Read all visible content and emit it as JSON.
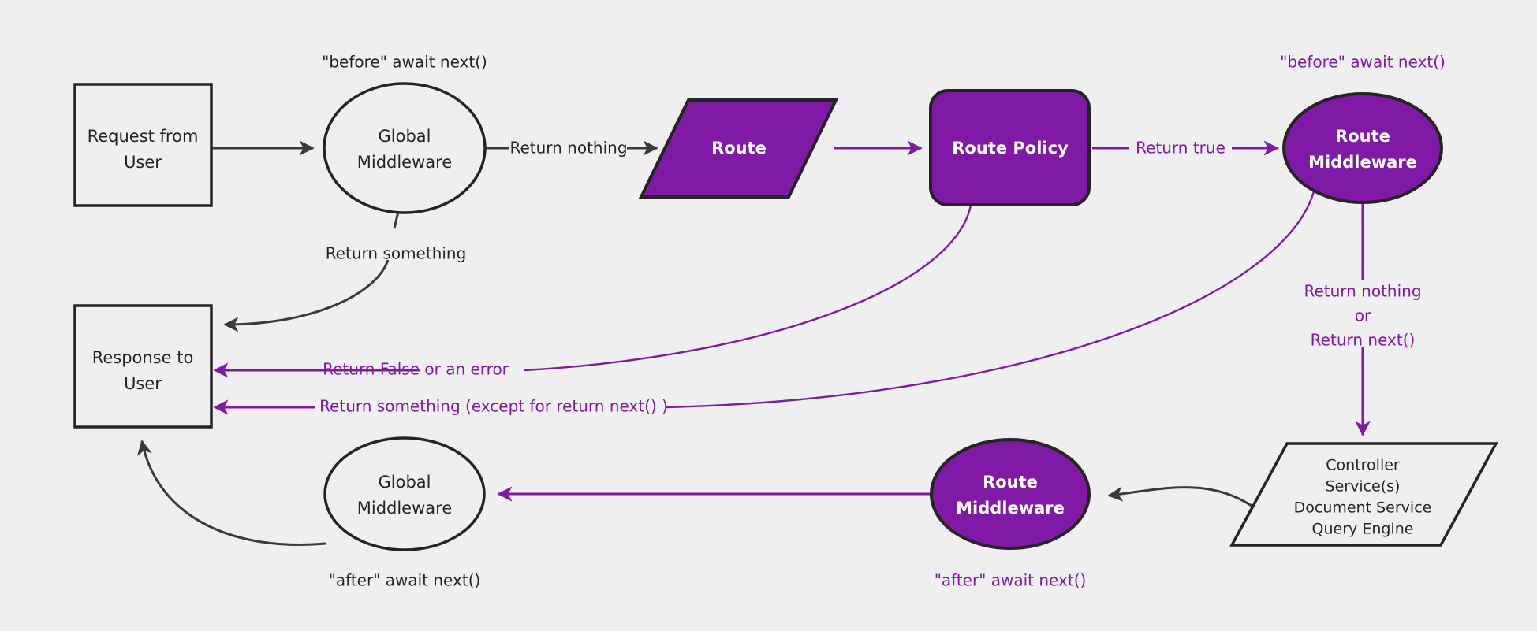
{
  "diagram": {
    "title": "Request lifecycle middleware flow",
    "background_color": "#efefef",
    "accent_color": "#8019a5",
    "dark_color": "#242424",
    "nodes": {
      "request_from_user": {
        "line1": "Request from",
        "line2": "User"
      },
      "global_middleware_top": {
        "line1": "Global",
        "line2": "Middleware"
      },
      "route": {
        "label": "Route"
      },
      "route_policy": {
        "label": "Route Policy"
      },
      "route_middleware_top": {
        "line1": "Route",
        "line2": "Middleware"
      },
      "response_to_user": {
        "line1": "Response to",
        "line2": "User"
      },
      "global_middleware_bottom": {
        "line1": "Global",
        "line2": "Middleware"
      },
      "route_middleware_bottom": {
        "line1": "Route",
        "line2": "Middleware"
      },
      "controller_stack": {
        "line1": "Controller",
        "line2": "Service(s)",
        "line3": "Document Service",
        "line4": "Query Engine"
      }
    },
    "annotations": {
      "before_await_next_left": "\"before\" await next()",
      "before_await_next_right": "\"before\" await next()",
      "after_await_next_left": "\"after\" await next()",
      "after_await_next_right": "\"after\" await next()"
    },
    "edge_labels": {
      "return_nothing_top": "Return nothing",
      "return_something_top": "Return something",
      "return_true": "Return true",
      "return_false_or_error": "Return False or an error",
      "return_something_except_next": "Return something (except for return next() )",
      "return_nothing_or_next_line1": "Return nothing",
      "return_nothing_or_next_line2": "or",
      "return_nothing_or_next_line3": "Return next()"
    }
  }
}
